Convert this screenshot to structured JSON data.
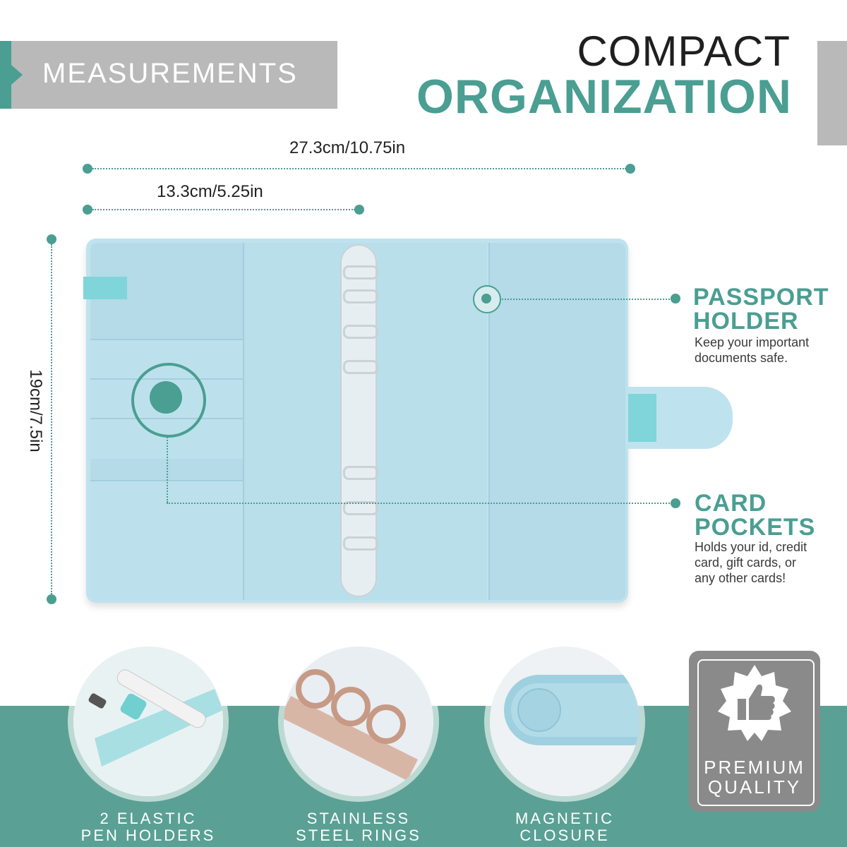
{
  "header": {
    "banner_label": "MEASUREMENTS",
    "title_line1": "COMPACT",
    "title_line2": "ORGANIZATION"
  },
  "measurements": {
    "full_width": "27.3cm/10.75in",
    "half_width": "13.3cm/5.25in",
    "height": "19cm/7.5in"
  },
  "features": {
    "passport": {
      "title_line1": "PASSPORT",
      "title_line2": "HOLDER",
      "desc_line1": "Keep your important",
      "desc_line2": "documents safe."
    },
    "cards": {
      "title_line1": "CARD",
      "title_line2": "POCKETS",
      "desc_line1": "Holds your id, credit",
      "desc_line2": "card, gift cards, or",
      "desc_line3": "any other cards!"
    }
  },
  "bottom_items": [
    {
      "line1": "2 ELASTIC",
      "line2": "PEN HOLDERS",
      "icon": "pen-holder-photo"
    },
    {
      "line1": "STAINLESS",
      "line2": "STEEL RINGS",
      "icon": "steel-rings-photo"
    },
    {
      "line1": "MAGNETIC",
      "line2": "CLOSURE",
      "icon": "magnetic-closure-photo"
    }
  ],
  "badge": {
    "line1": "PREMIUM",
    "line2": "QUALITY",
    "icon": "thumbs-up-icon"
  },
  "colors": {
    "accent": "#4a9e92",
    "binder": "#bfe3ee",
    "banner": "#b9b9b9",
    "badge": "#8a8a8a"
  }
}
